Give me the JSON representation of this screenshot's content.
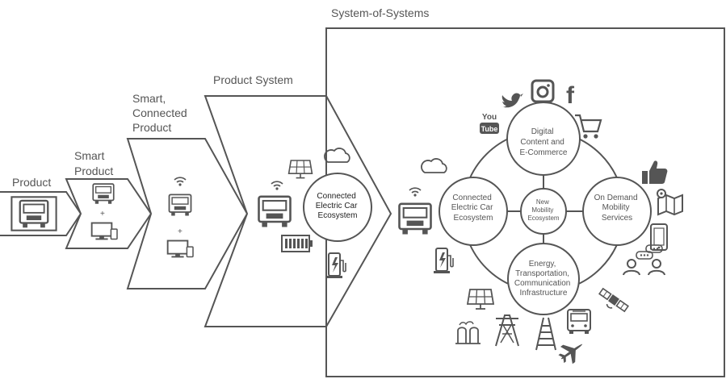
{
  "stages": {
    "product": "Product",
    "smart_product": [
      "Smart",
      "Product"
    ],
    "smart_connected_product": [
      "Smart,",
      "Connected",
      "Product"
    ],
    "product_system": "Product System",
    "system_of_systems": "System-of-Systems"
  },
  "plus_sign": "+",
  "ecosystem_circle": [
    "Connected",
    "Electric Car",
    "Ecosystem"
  ],
  "sos": {
    "center": [
      "New",
      "Mobility",
      "Ecosystem"
    ],
    "digital": [
      "Digital",
      "Content and",
      "E-Commerce"
    ],
    "electric": [
      "Connected",
      "Electric Car",
      "Ecosystem"
    ],
    "mobility": [
      "On Demand",
      "Mobility",
      "Services"
    ],
    "energy": [
      "Energy,",
      "Transportation,",
      "Communication",
      "Infrastructure"
    ]
  },
  "youtube_logo": [
    "You",
    "Tube"
  ],
  "facebook_logo": "f",
  "colors": {
    "stroke": "#555555",
    "background": "#ffffff"
  },
  "icons": [
    "vehicle-icon",
    "monitor-icon",
    "tablet-icon",
    "wifi-icon",
    "solar-panel-icon",
    "cloud-icon",
    "battery-icon",
    "charging-station-icon",
    "twitter-icon",
    "instagram-icon",
    "facebook-icon",
    "youtube-icon",
    "shopping-cart-icon",
    "thumbs-up-icon",
    "map-icon",
    "smartphone-icon",
    "people-chat-icon",
    "satellite-icon",
    "bus-icon",
    "airplane-icon",
    "railway-icon",
    "power-tower-icon",
    "factory-icon"
  ]
}
